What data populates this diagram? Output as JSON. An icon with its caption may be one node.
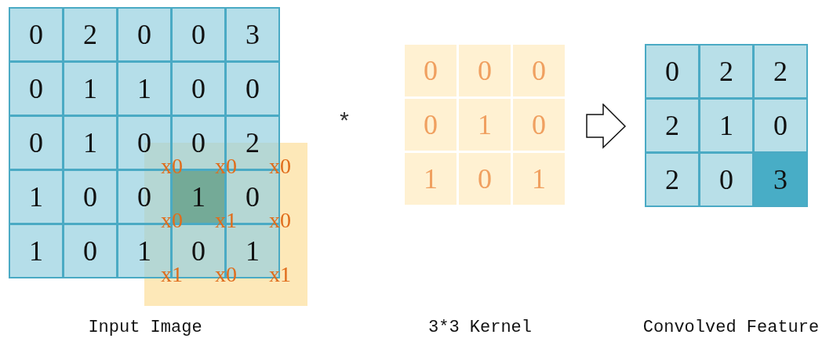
{
  "diagram": {
    "labels": [
      "0",
      "2",
      "0",
      "0",
      "3",
      "0",
      "1",
      "1",
      "0",
      "0",
      "0",
      "1",
      "0",
      "0",
      "2",
      "1",
      "0",
      "0",
      "1",
      "0",
      "1",
      "0",
      "1",
      "0",
      "1",
      "x0",
      "x0",
      "x0",
      "x0",
      "x1",
      "x0",
      "x1",
      "x0",
      "x1",
      "*",
      "0",
      "0",
      "0",
      "0",
      "1",
      "0",
      "1",
      "0",
      "1",
      "0",
      "2",
      "2",
      "2",
      "1",
      "0",
      "2",
      "0",
      "3",
      "Input Image",
      "3*3 Kernel",
      "Convolved Feature"
    ]
  }
}
